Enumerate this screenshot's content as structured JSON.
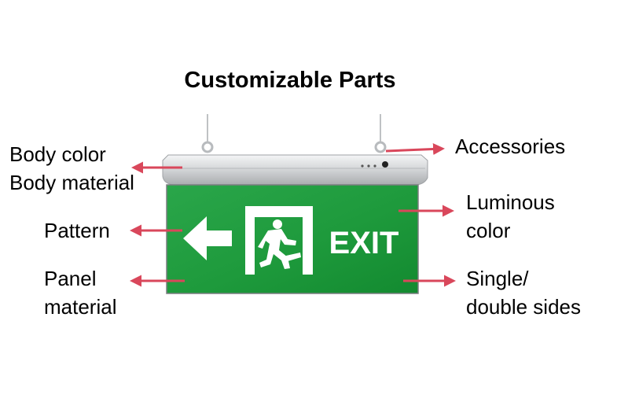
{
  "title": "Customizable Parts",
  "sign": {
    "text": "EXIT"
  },
  "labels": {
    "body": {
      "line1": "Body color",
      "line2": "Body material"
    },
    "pattern": "Pattern",
    "panel": {
      "line1": "Panel",
      "line2": "material"
    },
    "accessories": "Accessories",
    "luminous": {
      "line1": "Luminous",
      "line2": "color"
    },
    "sides": {
      "line1": "Single/",
      "line2": "double sides"
    }
  },
  "colors": {
    "sign_green": "#1f9a3a",
    "arrow_red": "#d9475b",
    "housing": "#c8cbce"
  }
}
